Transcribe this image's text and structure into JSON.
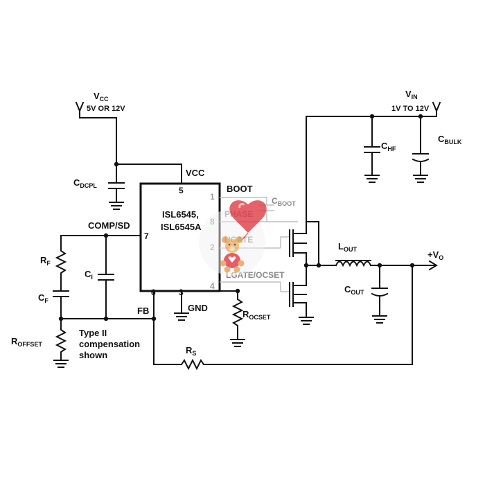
{
  "chip": {
    "name_line1": "ISL6545,",
    "name_line2": "ISL6545A"
  },
  "pins": {
    "p5": "5",
    "p7": "7",
    "p6": "6",
    "p3": "3",
    "p1": "1",
    "p8": "8",
    "p2": "2",
    "p4": "4"
  },
  "signals": {
    "vcc_pin": "VCC",
    "boot": "BOOT",
    "comp_sd": "COMP/SD",
    "fb": "FB",
    "gnd": "GND",
    "phase": "PHASE",
    "ugate": "UGATE",
    "lgate_ocset": "LGATE/OCSET"
  },
  "supplies": {
    "vcc_main": "V",
    "vcc_sub": "CC",
    "vcc_range": "5V OR 12V",
    "vin_main": "V",
    "vin_sub": "IN",
    "vin_range": "1V TO 12V",
    "vout_prefix": "+V",
    "vout_sub": "O"
  },
  "components": {
    "cdcpl_main": "C",
    "cdcpl_sub": "DCPL",
    "cboot_main": "C",
    "cboot_sub": "BOOT",
    "chf_main": "C",
    "chf_sub": "HF",
    "cbulk_main": "C",
    "cbulk_sub": "BULK",
    "lout_main": "L",
    "lout_sub": "OUT",
    "cout_main": "C",
    "cout_sub": "OUT",
    "rocset_main": "R",
    "rocset_sub": "OCSET",
    "rf_main": "R",
    "rf_sub": "F",
    "cf_main": "C",
    "cf_sub": "F",
    "ci_main": "C",
    "ci_sub": "I",
    "roffset_main": "R",
    "roffset_sub": "OFFSET",
    "rs_main": "R",
    "rs_sub": "S"
  },
  "note": {
    "line1": "Type II",
    "line2": "compensation",
    "line3": "shown"
  },
  "watermark": {
    "icon": "teddy-bear-with-heart-balloon"
  }
}
